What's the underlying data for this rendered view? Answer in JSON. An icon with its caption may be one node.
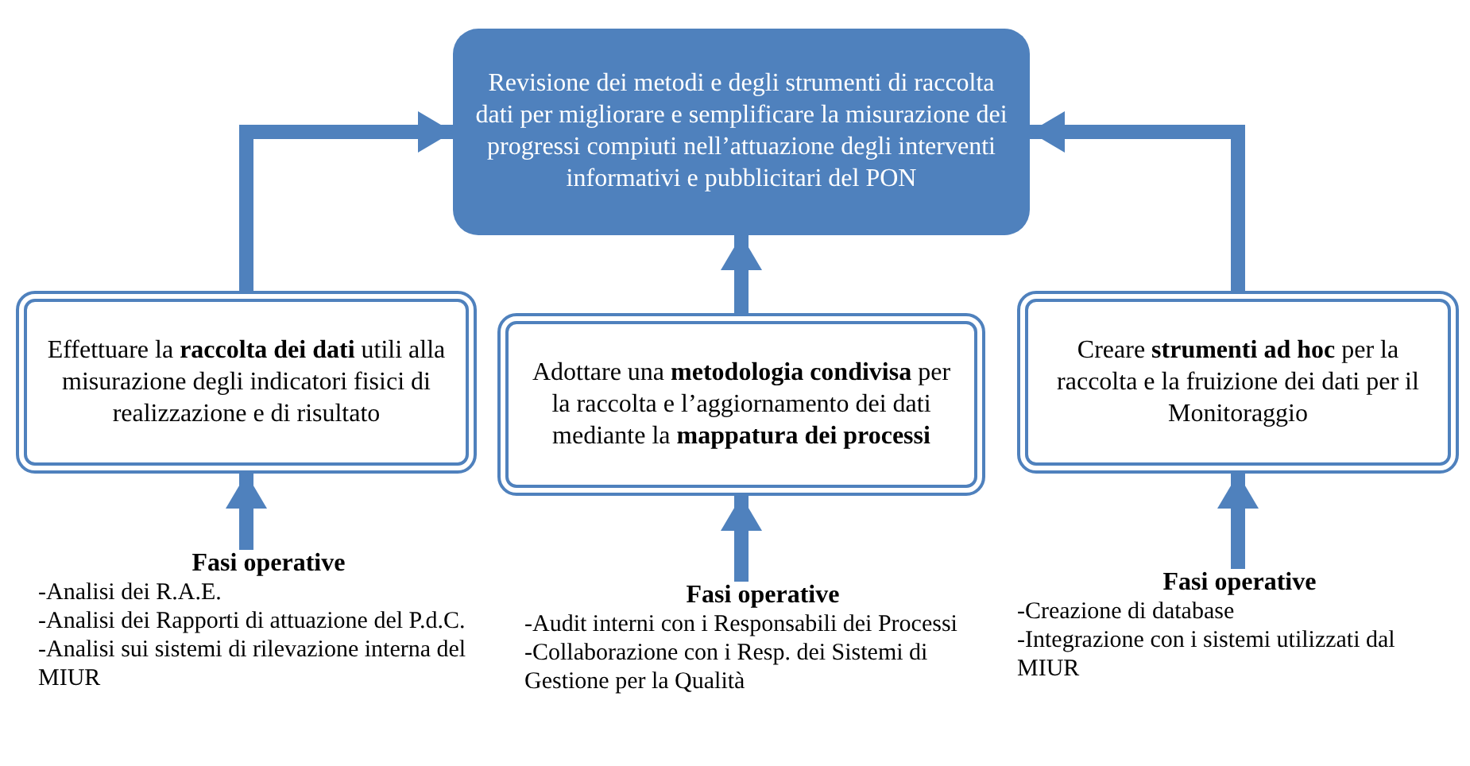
{
  "diagram": {
    "nodes": [
      {
        "text": [
          "Revisione dei metodi e degli strumenti di raccolta dati per migliorare e semplificare la misurazione dei progressi compiuti nell’attuazione degli interventi informativi e pubblicitari del PON"
        ]
      },
      {
        "text": [
          "Effettuare la **raccolta dei dati** utili alla misurazione degli indicatori fisici di realizzazione e di risultato"
        ]
      },
      {
        "text": [
          "Adottare una **metodologia condivisa** per la raccolta e l’aggiornamento dei dati mediante la **mappatura dei processi**"
        ]
      },
      {
        "text": [
          "Creare **strumenti ad hoc** per la raccolta e la fruizione dei dati per il Monitoraggio"
        ]
      },
      {
        "text": [
          "Fasi operative",
          "-Analisi dei R.A.E.",
          "-Analisi dei Rapporti di attuazione del P.d.C.",
          "-Analisi sui sistemi di rilevazione interna del MIUR"
        ]
      },
      {
        "text": [
          "Fasi operative",
          "-Audit interni con i Responsabili dei Processi",
          "-Collaborazione con i Resp. dei Sistemi di Gestione per la Qualità"
        ]
      },
      {
        "text": [
          "Fasi operative",
          "-Creazione di database",
          "-Integrazione con i sistemi utilizzati dal MIUR"
        ]
      }
    ],
    "edges": [
      {
        "from": 1,
        "to": 0,
        "arrow": "to"
      },
      {
        "from": 2,
        "to": 0,
        "arrow": "to"
      },
      {
        "from": 3,
        "to": 0,
        "arrow": "to"
      },
      {
        "from": 4,
        "to": 1,
        "arrow": "to"
      },
      {
        "from": 5,
        "to": 2,
        "arrow": "to"
      },
      {
        "from": 6,
        "to": 3,
        "arrow": "to"
      }
    ]
  }
}
